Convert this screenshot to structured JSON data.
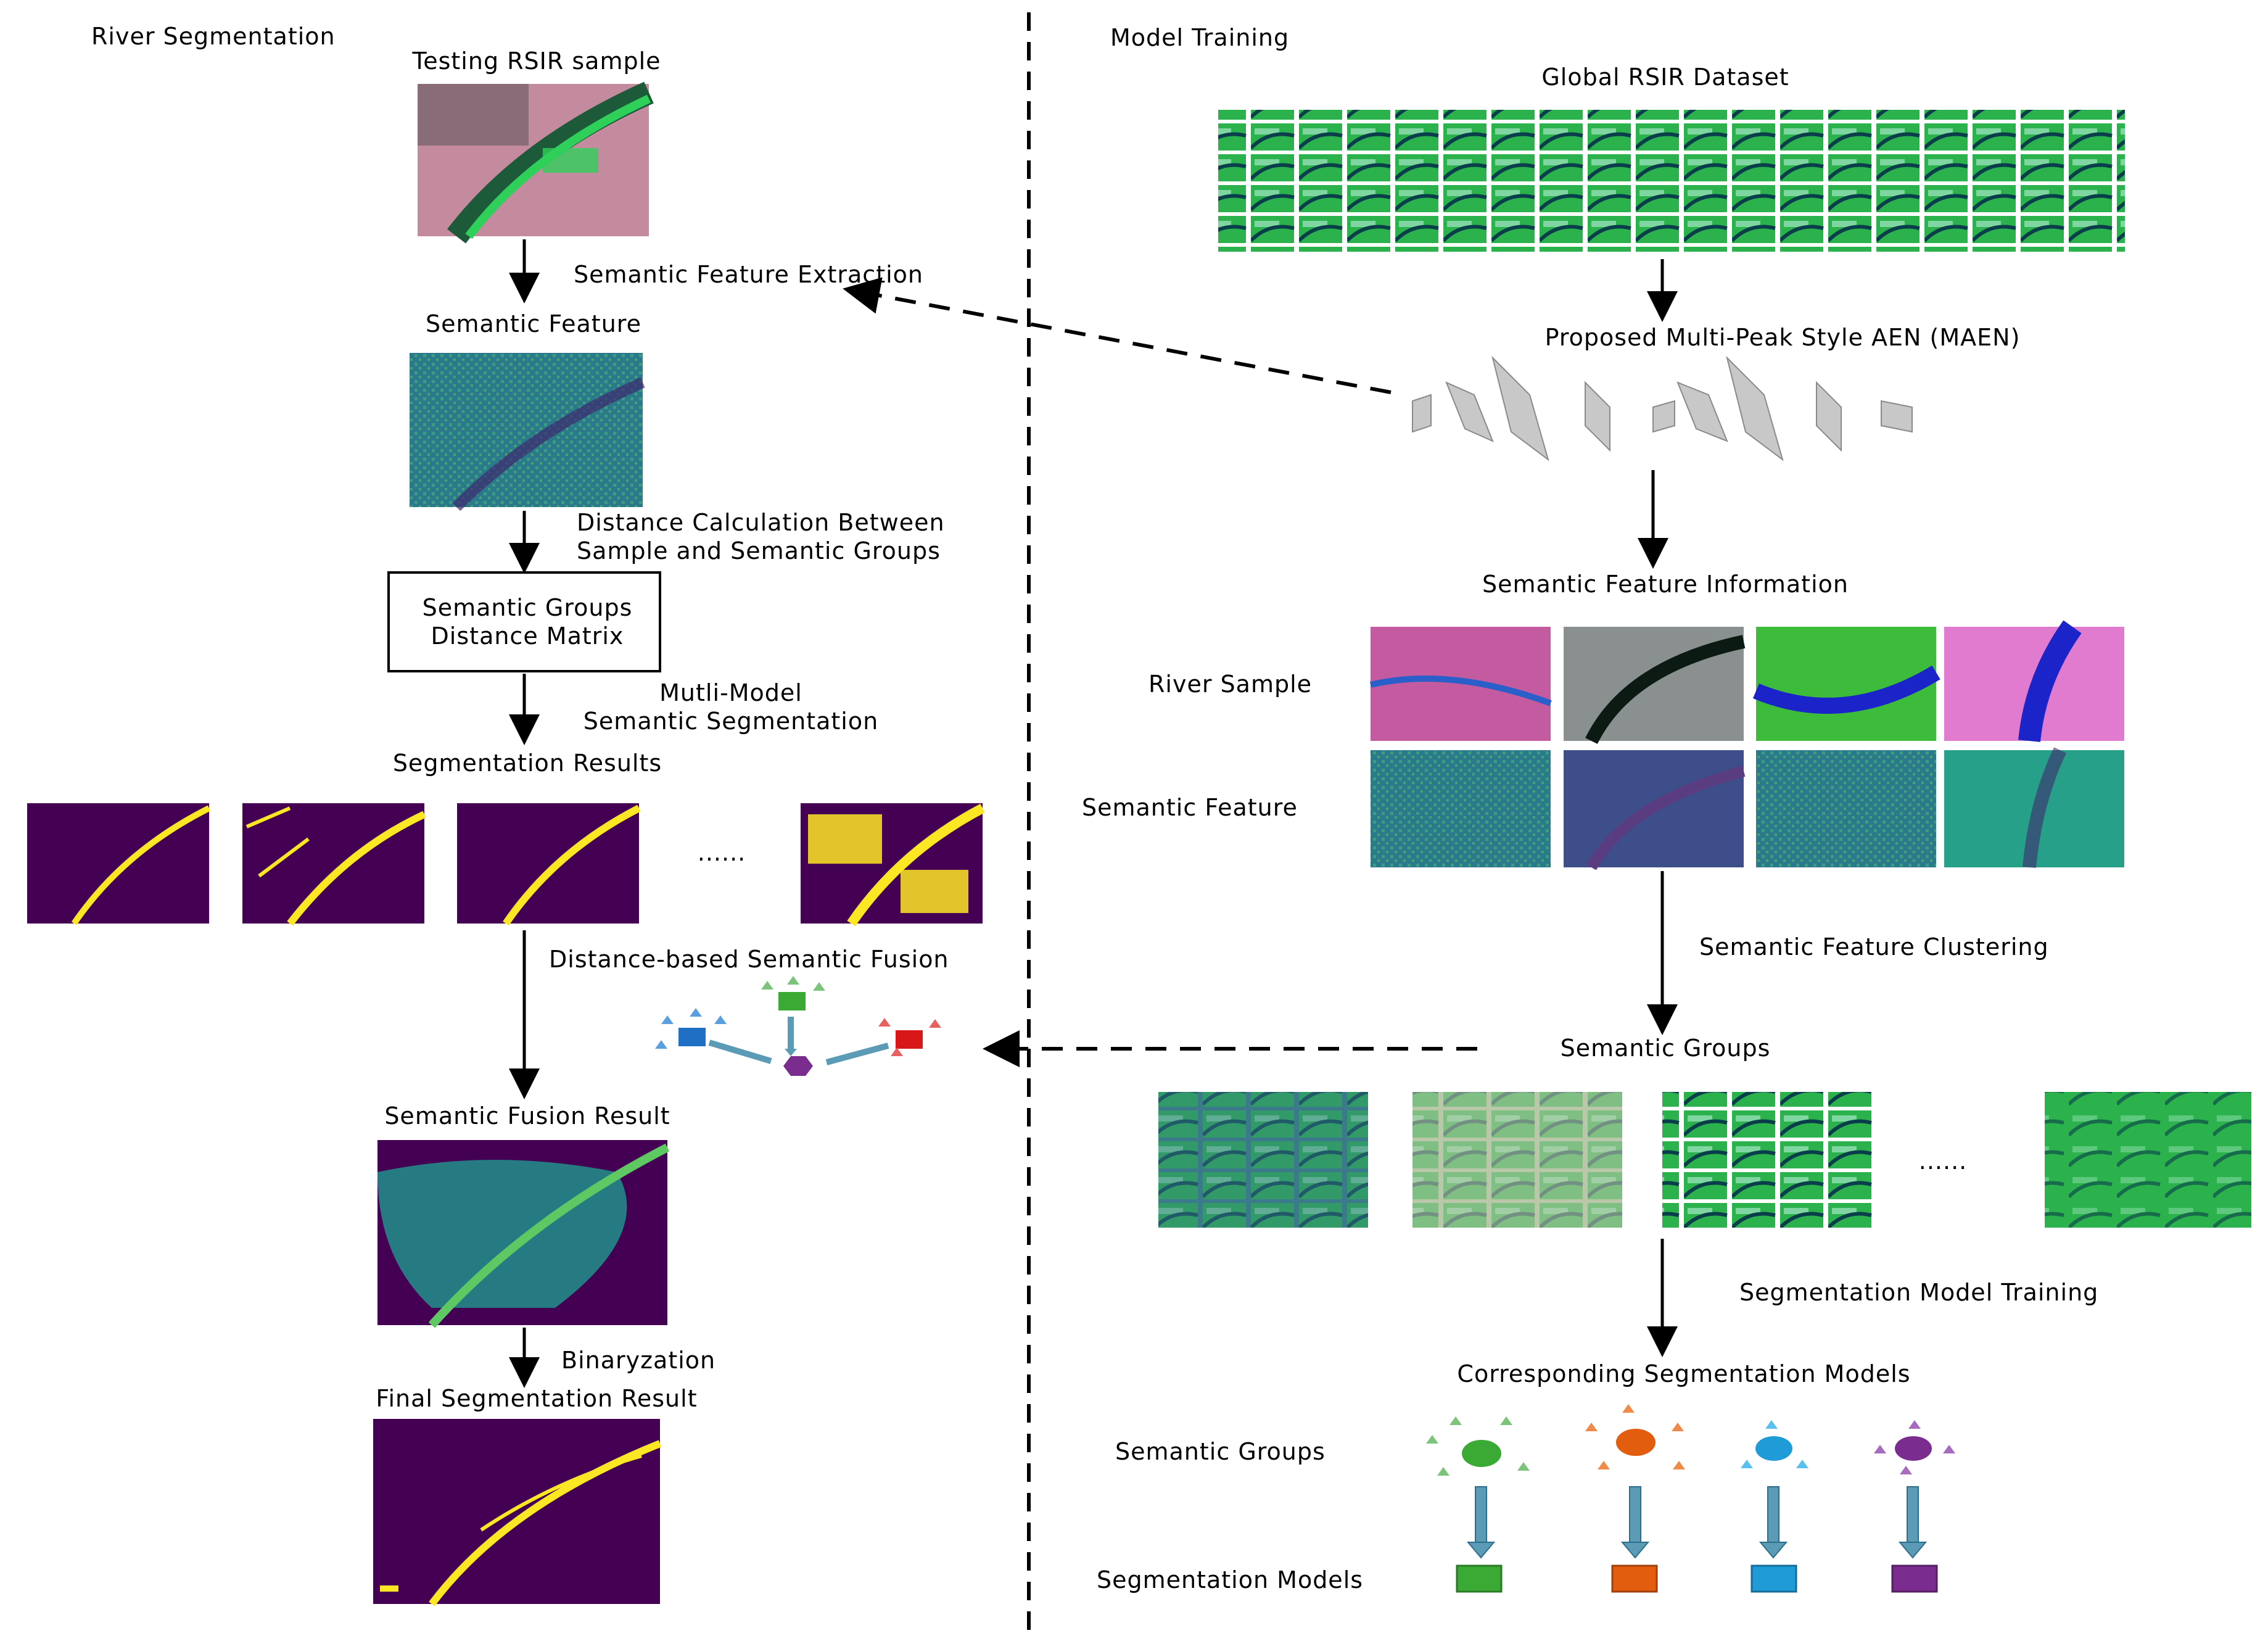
{
  "left": {
    "section_title": "River Segmentation",
    "testing_sample": "Testing RSIR sample",
    "feature_extraction": "Semantic Feature Extraction",
    "semantic_feature": "Semantic Feature",
    "distance_calc_line1": "Distance Calculation Between",
    "distance_calc_line2": "Sample and Semantic Groups",
    "matrix_line1": "Semantic Groups",
    "matrix_line2": "Distance Matrix",
    "multi_model_line1": "Mutli-Model",
    "multi_model_line2": "Semantic Segmentation",
    "segmentation_results": "Segmentation Results",
    "ellipsis": "......",
    "fusion": "Distance-based Semantic Fusion",
    "fusion_result": "Semantic Fusion Result",
    "binarization": "Binaryzation",
    "final_result": "Final Segmentation Result"
  },
  "right": {
    "section_title": "Model Training",
    "dataset": "Global RSIR  Dataset",
    "maen": "Proposed Multi-Peak Style AEN (MAEN)",
    "feature_info": "Semantic Feature Information",
    "river_sample": "River Sample",
    "semantic_feature": "Semantic Feature",
    "clustering": "Semantic Feature Clustering",
    "semantic_groups": "Semantic Groups",
    "ellipsis": "......",
    "model_training": "Segmentation Model Training",
    "corresponding_models": "Corresponding Segmentation Models",
    "groups_label": "Semantic Groups",
    "models_label": "Segmentation Models"
  },
  "colors": {
    "viridis_dark": "#440154",
    "viridis_yellow": "#fde725",
    "viridis_teal": "#21918c",
    "group_green": "#3aaa35",
    "group_orange": "#e35d0f",
    "group_blue": "#1f9bd7",
    "group_purple": "#7b2c8f",
    "fusion_blue": "#1f6fc4",
    "fusion_red": "#d81818",
    "arrow_fill": "#5b9bb5"
  }
}
